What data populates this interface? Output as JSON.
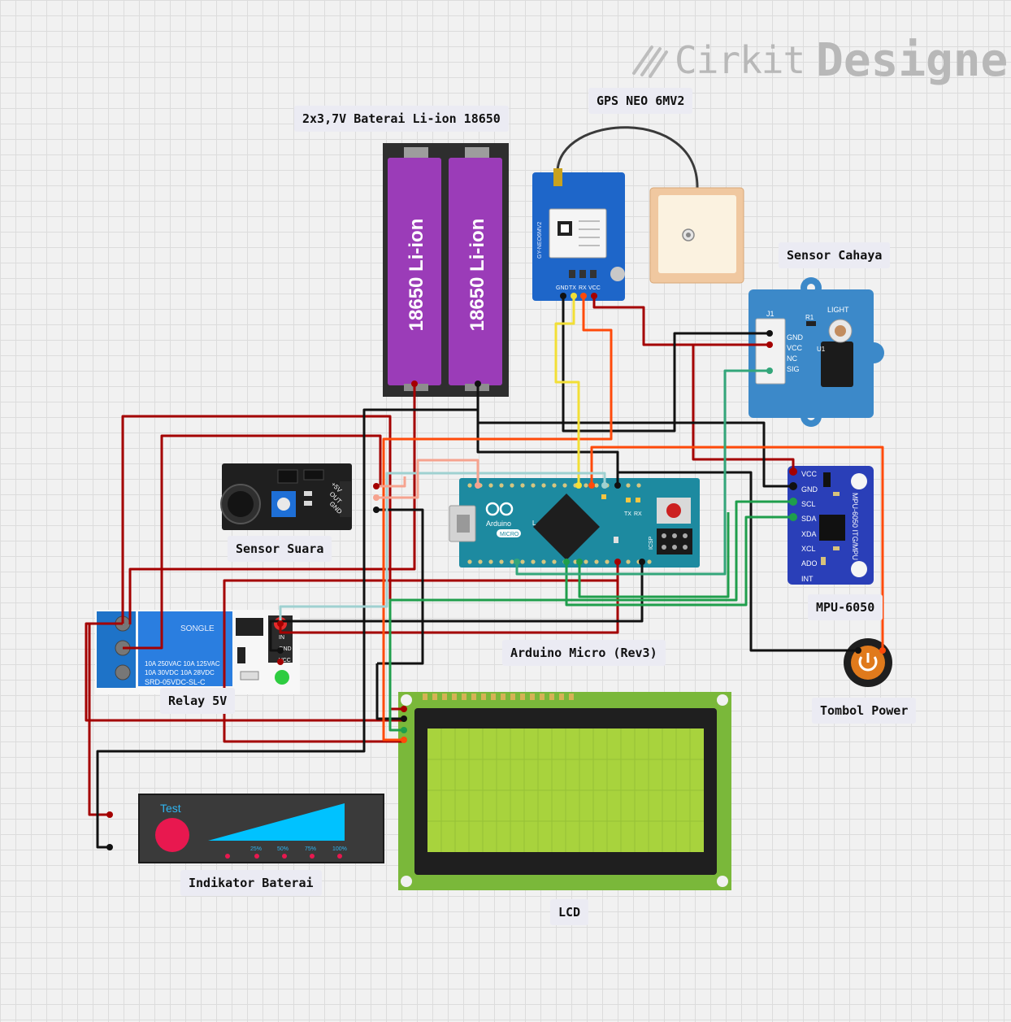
{
  "brand": {
    "name": "Cirkit",
    "suffix": "Designer"
  },
  "labels": {
    "battery": "2x3,7V Baterai Li-ion 18650",
    "gps": "GPS NEO 6MV2",
    "light_sensor": "Sensor Cahaya",
    "sound_sensor": "Sensor Suara",
    "arduino": "Arduino Micro (Rev3)",
    "mpu": "MPU-6050",
    "relay": "Relay 5V",
    "power_button": "Tombol Power",
    "battery_indicator": "Indikator Baterai",
    "lcd": "LCD"
  },
  "battery": {
    "cell_label": "18650 Li-ion"
  },
  "gps_board": {
    "model": "GY-NEO6MV2",
    "pins": [
      "GND",
      "TX",
      "RX",
      "VCC"
    ]
  },
  "light_board": {
    "header": "J1",
    "r": "R1",
    "u": "U1",
    "title": "LIGHT",
    "pins": [
      "GND",
      "VCC",
      "NC",
      "SIG"
    ]
  },
  "sound_board": {
    "pins": [
      "+5V",
      "OUT",
      "GND"
    ]
  },
  "arduino_board": {
    "brand": "Arduino",
    "model": "MICRO",
    "tx": "TX",
    "rx": "RX",
    "icsp": "ICSP",
    "led": "L"
  },
  "mpu_board": {
    "pins": [
      "VCC",
      "GND",
      "SCL",
      "SDA",
      "XDA",
      "XCL",
      "ADO",
      "INT"
    ],
    "side_text": "MPU-6050 ITG/MPU"
  },
  "relay_board": {
    "brand": "SONGLE",
    "spec_lines": [
      "10A 250VAC  10A 125VAC",
      "10A  30VDC  10A  28VDC",
      "SRD-05VDC-SL-C"
    ],
    "pins": [
      "IN",
      "GND",
      "VCC"
    ]
  },
  "indicator": {
    "test": "Test",
    "levels": [
      "25%",
      "50%",
      "75%",
      "100%"
    ]
  },
  "colors": {
    "wire_red": "#a40000",
    "wire_black": "#111111",
    "wire_orange": "#ff4a0a",
    "wire_green": "#1f9e4c",
    "wire_lightblue": "#9fd1d1",
    "wire_salmon": "#f6a38f",
    "wire_yellow": "#f2df36",
    "board_blue": "#1e66c9",
    "lcd_green": "#8cbf3a",
    "battery_purple": "#9b3cb8",
    "ant_beige": "#f0c8a0",
    "indicator_blue": "#00c2ff"
  }
}
